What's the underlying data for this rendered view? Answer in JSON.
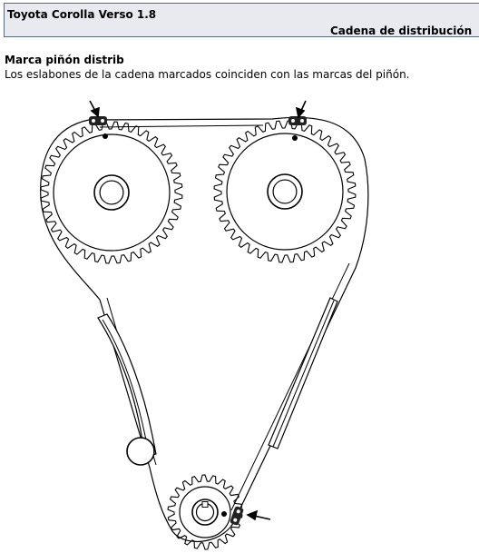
{
  "header": {
    "vehicle": "Toyota Corolla Verso 1.8",
    "section": "Cadena de distribución"
  },
  "content": {
    "title": "Marca piñón distrib",
    "description": "Los eslabones de la cadena marcados coinciden con las marcas del piñón."
  }
}
